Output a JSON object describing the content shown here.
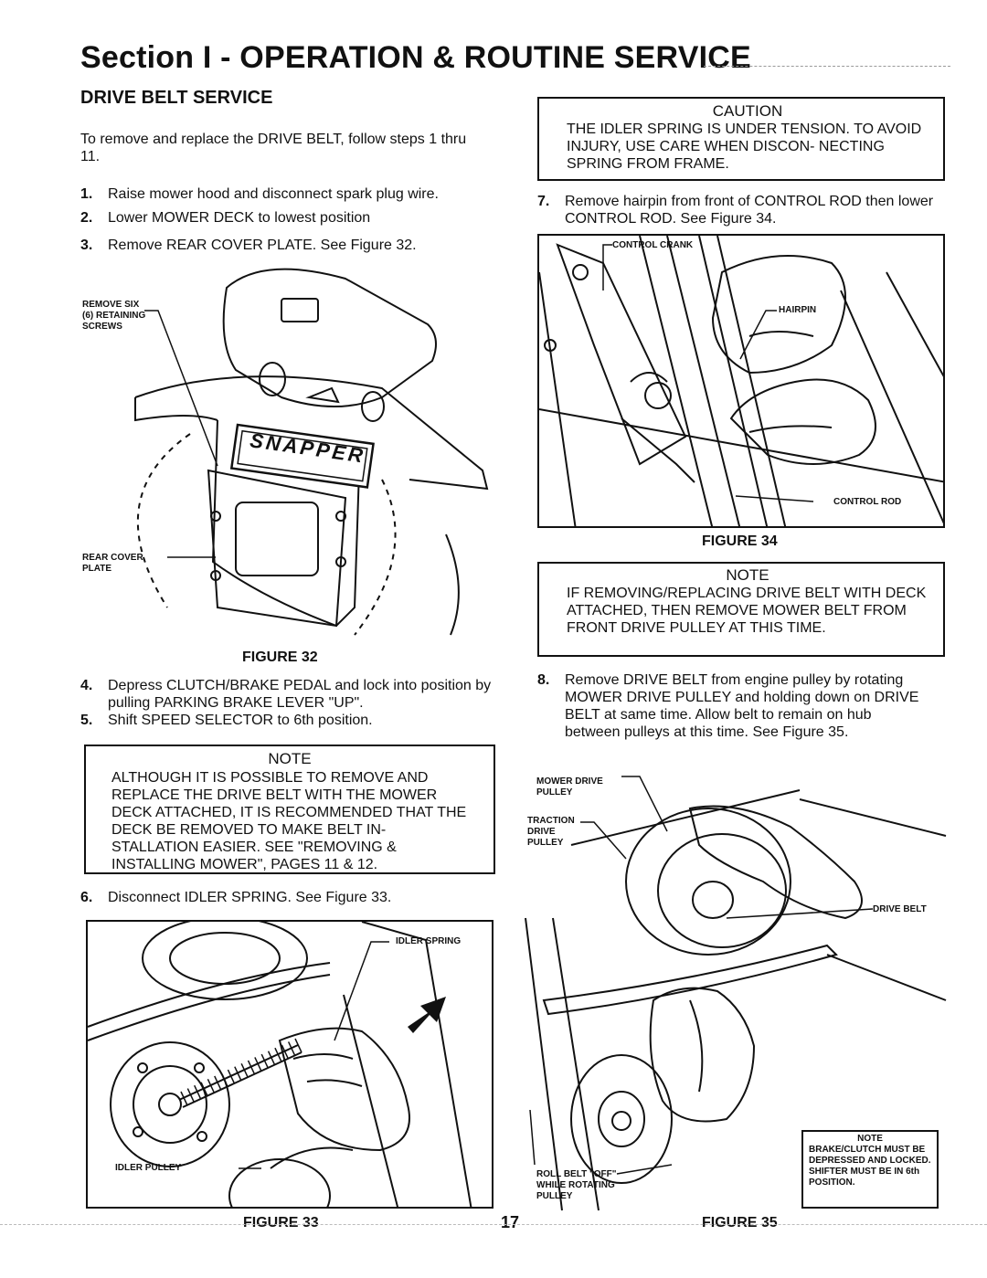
{
  "section_title": "Section I - OPERATION & ROUTINE SERVICE",
  "subsection_title": "DRIVE BELT SERVICE",
  "intro": "To remove and replace the DRIVE BELT, follow steps 1 thru 11.",
  "steps_left": [
    {
      "num": "1.",
      "text": "Raise mower hood and disconnect spark plug wire."
    },
    {
      "num": "2.",
      "text": "Lower MOWER DECK to lowest position"
    },
    {
      "num": "3.",
      "text": "Remove REAR COVER PLATE. See Figure 32."
    }
  ],
  "figure32": {
    "caption": "FIGURE 32",
    "callout_screws": "REMOVE SIX (6) RETAINING SCREWS",
    "callout_plate": "REAR COVER PLATE",
    "brand": "SNAPPER"
  },
  "steps_mid": [
    {
      "num": "4.",
      "text": "Depress CLUTCH/BRAKE PEDAL and lock into position by pulling PARKING BRAKE LEVER \"UP\"."
    },
    {
      "num": "5.",
      "text": "Shift SPEED SELECTOR to 6th position."
    }
  ],
  "note_left": {
    "heading": "NOTE",
    "body": "ALTHOUGH IT IS POSSIBLE TO REMOVE AND REPLACE THE DRIVE BELT WITH THE MOWER DECK ATTACHED, IT IS RECOMMENDED THAT THE DECK BE REMOVED TO MAKE BELT IN- STALLATION EASIER. SEE \"REMOVING & INSTALLING MOWER\", PAGES 11 & 12."
  },
  "step6": {
    "num": "6.",
    "text": "Disconnect IDLER SPRING. See Figure 33."
  },
  "figure33": {
    "caption": "FIGURE 33",
    "callout_spring": "IDLER SPRING",
    "callout_pulley": "IDLER PULLEY"
  },
  "caution": {
    "heading": "CAUTION",
    "body": "THE IDLER SPRING IS UNDER TENSION. TO AVOID INJURY, USE CARE WHEN DISCON- NECTING SPRING FROM FRAME."
  },
  "step7": {
    "num": "7.",
    "text": "Remove hairpin from front of CONTROL ROD then lower CONTROL ROD. See Figure 34."
  },
  "figure34": {
    "caption": "FIGURE 34",
    "callout_crank": "CONTROL CRANK",
    "callout_hairpin": "HAIRPIN",
    "callout_rod": "CONTROL ROD"
  },
  "note_right": {
    "heading": "NOTE",
    "body": "IF REMOVING/REPLACING DRIVE BELT WITH DECK ATTACHED, THEN REMOVE MOWER BELT FROM FRONT DRIVE PULLEY AT THIS TIME."
  },
  "step8": {
    "num": "8.",
    "text": "Remove DRIVE BELT from engine pulley by rotating MOWER DRIVE PULLEY and holding down on DRIVE BELT at same time. Allow belt to remain on hub between pulleys at this time. See Figure 35."
  },
  "figure35": {
    "caption": "FIGURE 35",
    "callout_mower_drive": "MOWER DRIVE PULLEY",
    "callout_traction": "TRACTION DRIVE PULLEY",
    "callout_drive_belt": "DRIVE BELT",
    "callout_roll": "ROLL BELT \"OFF\" WHILE ROTATING PULLEY",
    "note_heading": "NOTE",
    "note_body": "BRAKE/CLUTCH MUST BE DEPRESSED AND LOCKED. SHIFTER MUST BE IN 6th POSITION."
  },
  "page_number": "17"
}
